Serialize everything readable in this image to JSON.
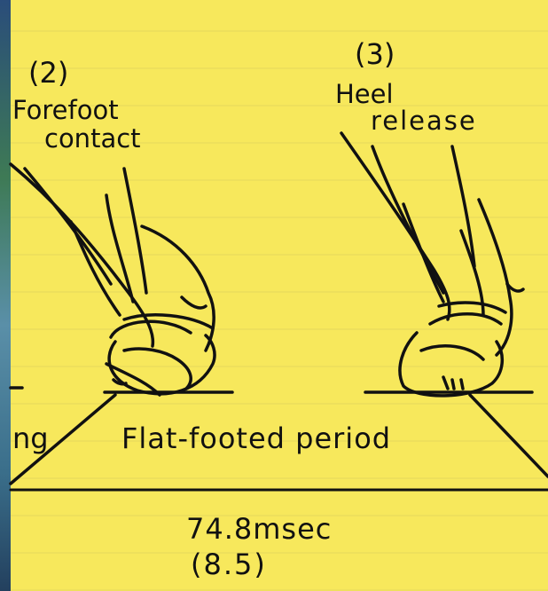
{
  "labels": {
    "stage2_number": "(2)",
    "stage2_line1": "Forefoot",
    "stage2_line2": "contact",
    "stage3_number": "(3)",
    "stage3_line1": "Heel",
    "stage3_line2": "release",
    "left_cut_label": "ng",
    "period_label": "Flat-footed period",
    "duration": "74.8msec",
    "duration_sub": "(8.5)"
  },
  "colors": {
    "paper": "#f7e85c",
    "ink": "#111111"
  }
}
